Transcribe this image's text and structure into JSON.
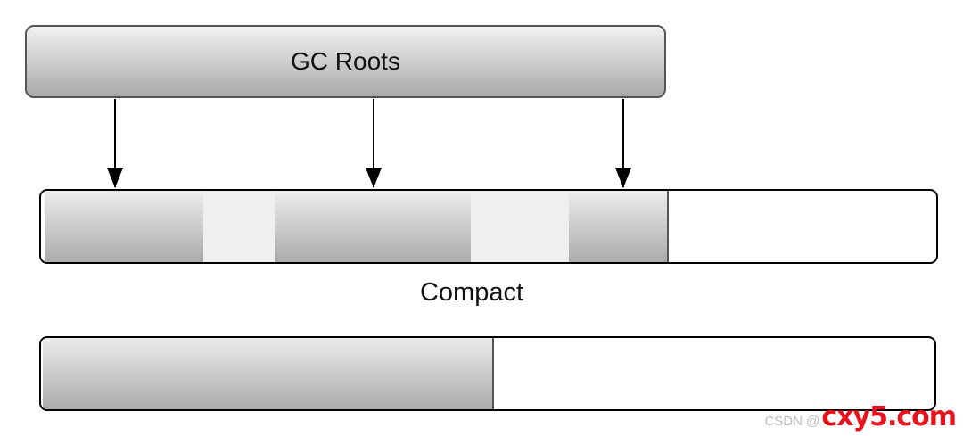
{
  "gc_roots": {
    "label": "GC Roots"
  },
  "compact_label": "Compact",
  "heap_before": {
    "cells": [
      "live",
      "free",
      "live",
      "free",
      "live",
      "empty"
    ]
  },
  "heap_after": {
    "cells": [
      "live",
      "live",
      "live",
      "empty"
    ]
  },
  "colors": {
    "live_gradient_top": "#ececec",
    "live_gradient_bottom": "#ababab",
    "free_cell": "#efefef",
    "watermark_brand": "#e8131c"
  },
  "watermark": {
    "prefix": "CSDN @",
    "brand": "cxy5.com"
  }
}
